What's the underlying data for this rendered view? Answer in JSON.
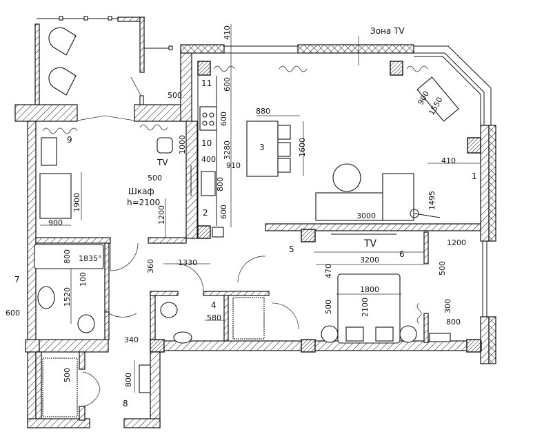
{
  "title": "Зона TV",
  "rooms": [
    "1",
    "2",
    "3",
    "4",
    "5",
    "6",
    "7",
    "8",
    "9",
    "10",
    "11"
  ],
  "tv_labels": [
    "TV",
    "TV"
  ],
  "wardrobe": {
    "label": "Шкаф",
    "height": "h=2100"
  },
  "bath_angle": "1835°",
  "table_dims": [
    "900",
    "1550"
  ],
  "dimensions": [
    "410",
    "600",
    "500",
    "880",
    "600",
    "1000",
    "3280",
    "1600",
    "400",
    "910",
    "500",
    "800",
    "600",
    "1200",
    "1900",
    "900",
    "410",
    "1495",
    "3000",
    "1200",
    "3200",
    "470",
    "500",
    "1800",
    "500",
    "2100",
    "300",
    "800",
    "800",
    "100",
    "1520",
    "600",
    "360",
    "1330",
    "580",
    "340",
    "800",
    "500"
  ]
}
